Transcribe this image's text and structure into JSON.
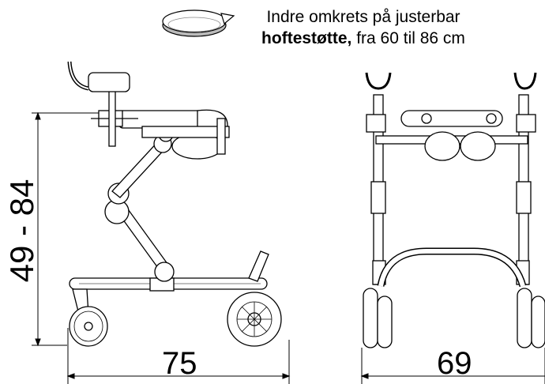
{
  "caption": {
    "line1": "Indre omkrets på justerbar",
    "line2_bold": "hoftestøtte,",
    "line2_rest": " fra 60 til 86 cm"
  },
  "dimensions": {
    "height_range": "49 - 84",
    "width_side": "75",
    "width_front": "69"
  },
  "icons": {
    "rotation": "rotation-arrow-icon"
  }
}
